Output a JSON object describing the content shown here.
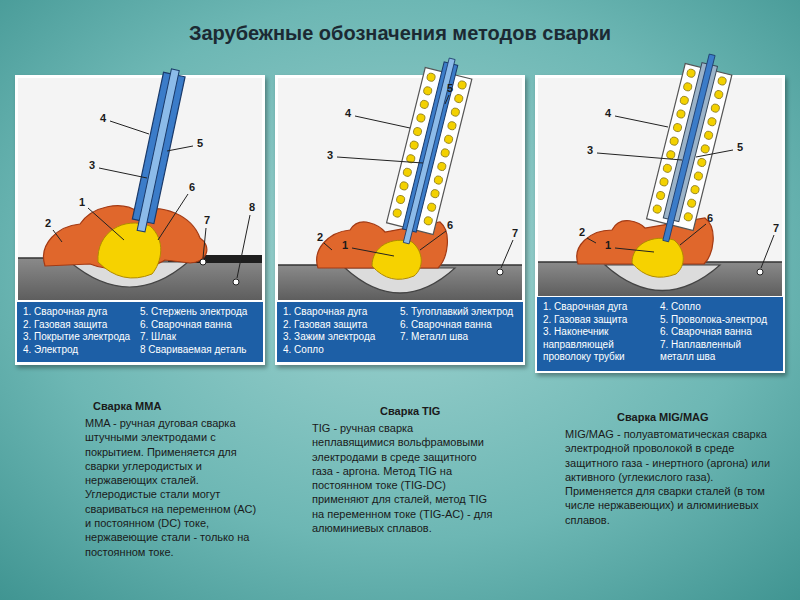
{
  "diagram": {
    "title": "Зарубежные обозначения методов сварки",
    "nodes": [
      {
        "text": [
          "1. Сварочная дуга",
          "2. Газовая защита",
          "3. Покрытие электрода",
          "4. Электрод",
          "5. Стержень электрода",
          "6. Сварочная ванна",
          "7. Шлак",
          "8 Свариваемая деталь"
        ]
      },
      {
        "text": [
          "1. Сварочная дуга",
          "2. Газовая защита",
          "3. Зажим электрода",
          "4. Сопло",
          "5. Тугоплавкий электрод",
          "6. Сварочная ванна",
          "7. Металл шва"
        ]
      },
      {
        "text": [
          "1. Сварочная дуга",
          "2. Газовая защита",
          "3. Наконечник направляющей проволоку трубки",
          "4. Сопло",
          "5. Проволока-электрод",
          "6. Сварочная ванна",
          "7. Наплавленный металл шва"
        ]
      }
    ],
    "labels": [
      "4",
      "5",
      "3",
      "1",
      "6",
      "7",
      "8",
      "2",
      "5",
      "4",
      "3",
      "6",
      "2",
      "1",
      "7",
      "4",
      "3",
      "5",
      "6",
      "2",
      "1",
      "7",
      "Сварка MMA",
      "MMA - ручная дуговая сварка штучными электродами с покрытием. Применяется для сварки углеродистых и нержавеющих сталей. Углеродистые стали могут свариваться на переменном (AC) и постоянном (DC) токе, нержавеющие стали - только на постоянном токе.",
      "Сварка TIG",
      "TIG - ручная сварка неплавящимися вольфрамовыми электродами в среде защитного газа - аргона. Метод TIG на постоянном токе (TIG-DC) применяют для сталей, метод TIG на переменном токе (TIG-AC) - для алюминиевых сплавов.",
      "Сварка MIG/MAG",
      "MIG/MAG - полуавтоматическая сварка электродной проволокой в среде защитного газа - инертного (аргона) или активного (углекислого газа). Применяется для сварки сталей (в том числе нержавеющих) и алюминиевых сплавов."
    ]
  }
}
